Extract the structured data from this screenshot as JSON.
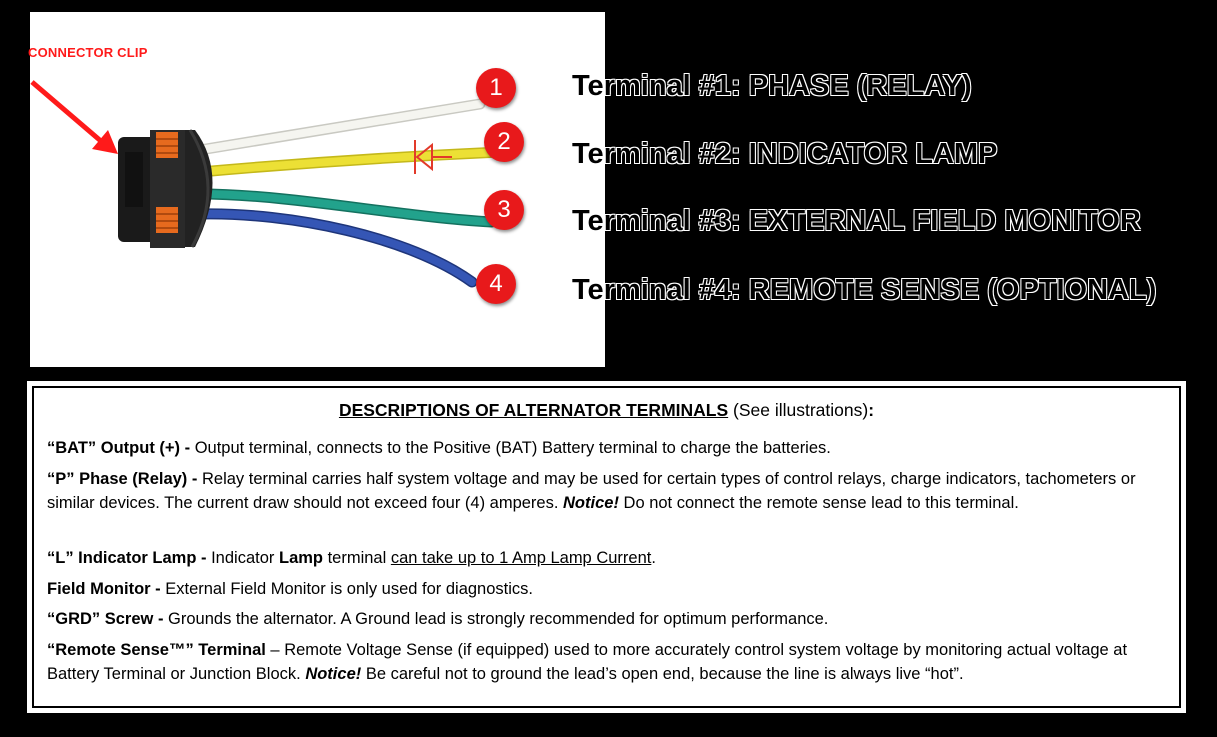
{
  "connector_label": "CONNECTOR CLIP",
  "colors": {
    "badge": "#e8191b",
    "clip_label": "#ff1a1a",
    "wire_white": "#f3f3ee",
    "wire_yellow": "#e8dc2a",
    "wire_teal": "#1f9a86",
    "wire_blue": "#2e4fae",
    "connector_body": "#222222",
    "seal": "#e66a1e",
    "diode": "#e23a2a"
  },
  "badges": [
    "1",
    "2",
    "3",
    "4"
  ],
  "terminals": [
    {
      "label": "Terminal #1: PHASE (RELAY)"
    },
    {
      "label": "Terminal #2: INDICATOR LAMP"
    },
    {
      "label": "Terminal #3: EXTERNAL FIELD MONITOR"
    },
    {
      "label": "Terminal #4: REMOTE SENSE (OPTIONAL)"
    }
  ],
  "descriptions": {
    "title": "DESCRIPTIONS OF ALTERNATOR TERMINALS",
    "title_suffix": " (See illustrations)",
    "title_colon": ":",
    "entries": [
      {
        "head": "“BAT” Output (+) -",
        "text": " Output terminal, connects to the Positive (BAT) Battery terminal to charge the batteries."
      },
      {
        "head": "“P” Phase (Relay) -",
        "text_a": " Relay terminal carries half system voltage and may be used for certain types of control relays, charge indicators, tachometers or similar devices.  The current draw should not exceed four (4) amperes.  ",
        "notice": "Notice!",
        "text_b": " Do not connect the remote sense lead to this terminal."
      },
      {
        "head": "“L” Indicator Lamp -",
        "text_a": " Indicator ",
        "bold_word": "Lamp",
        "text_b": " terminal ",
        "underlined": "can take up to 1 Amp Lamp Current",
        "text_c": "."
      },
      {
        "head": "Field Monitor -",
        "text": " External Field Monitor is only used for diagnostics."
      },
      {
        "head": "“GRD” Screw -",
        "text": " Grounds the alternator.  A Ground lead is strongly recommended for optimum performance."
      },
      {
        "head": "“Remote Sense™” Terminal",
        "text_a": " – Remote Voltage Sense (if equipped) used to more accurately control system voltage by monitoring actual voltage at Battery Terminal or Junction Block.  ",
        "notice": "Notice!",
        "text_b": "  Be careful not to ground the lead’s open end, because the line is always live “hot”."
      }
    ]
  }
}
